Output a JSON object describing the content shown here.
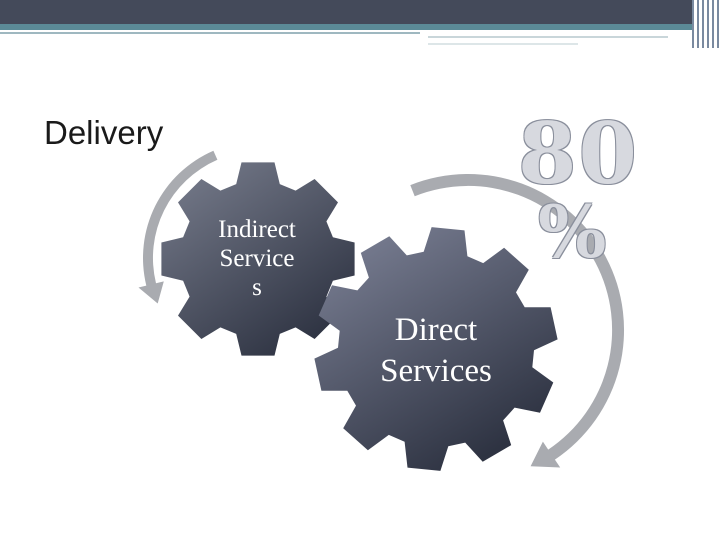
{
  "title": "Delivery",
  "percentage": {
    "number": "80",
    "symbol": "%"
  },
  "gears": {
    "small": {
      "lines": [
        "Indirect",
        "Service",
        "s"
      ]
    },
    "large": {
      "lines": [
        "Direct",
        "Services"
      ]
    }
  },
  "colors": {
    "gear_light": "#7a7f8f",
    "gear_dark": "#2e3342",
    "arrow": "#a9abb0",
    "header": "#444a5a",
    "accent": "#5b8a97"
  }
}
